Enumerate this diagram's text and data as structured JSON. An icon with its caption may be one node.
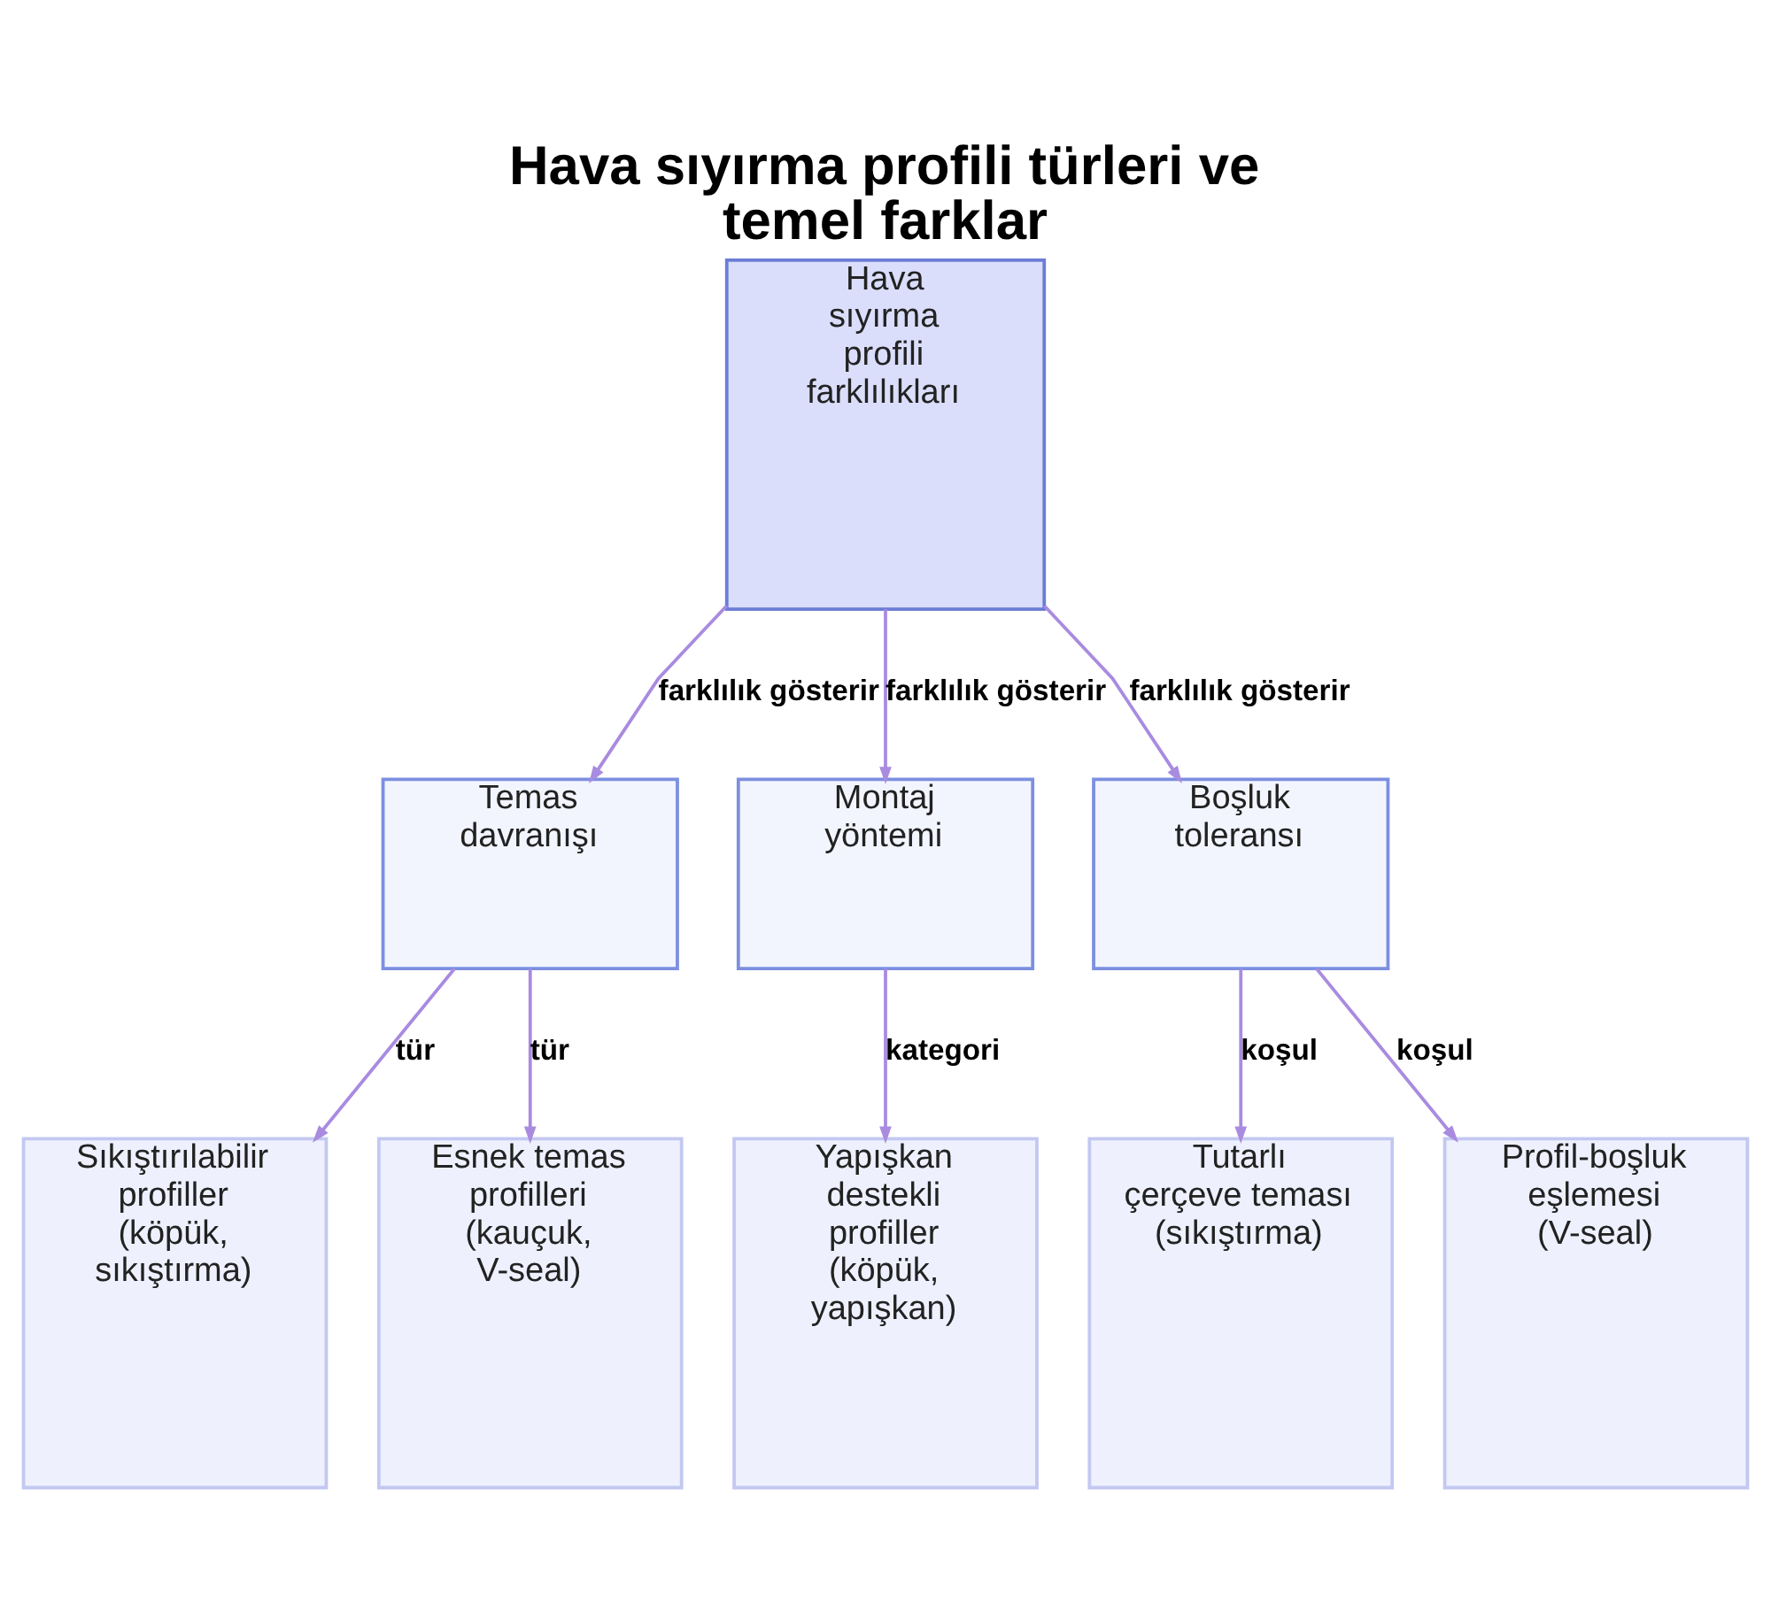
{
  "diagram": {
    "title": "Hava sıyırma profili türleri ve temel farklar",
    "nodes": [
      {
        "text": [
          "Hava sıyırma profili farklılıkları"
        ]
      },
      {
        "text": [
          "Temas davranışı"
        ]
      },
      {
        "text": [
          "Montaj yöntemi"
        ]
      },
      {
        "text": [
          "Boşluk toleransı"
        ]
      },
      {
        "text": [
          "Sıkıştırılabilir profiller (köpük, sıkıştırma)"
        ]
      },
      {
        "text": [
          "Esnek temas profilleri (kauçuk, V-seal)"
        ]
      },
      {
        "text": [
          "Yapışkan destekli profiller (köpük, yapışkan)"
        ]
      },
      {
        "text": [
          "Tutarlı çerçeve teması (sıkıştırma)"
        ]
      },
      {
        "text": [
          "Profil-boşluk eşlemesi (V-seal)"
        ]
      }
    ],
    "edges": [
      {
        "from": 0,
        "to": 1,
        "arrow": "to",
        "label": "farklılık gösterir"
      },
      {
        "from": 0,
        "to": 2,
        "arrow": "to",
        "label": "farklılık gösterir"
      },
      {
        "from": 0,
        "to": 3,
        "arrow": "to",
        "label": "farklılık gösterir"
      },
      {
        "from": 1,
        "to": 4,
        "arrow": "to",
        "label": "tür"
      },
      {
        "from": 1,
        "to": 5,
        "arrow": "to",
        "label": "tür"
      },
      {
        "from": 2,
        "to": 6,
        "arrow": "to",
        "label": "kategori"
      },
      {
        "from": 3,
        "to": 7,
        "arrow": "to",
        "label": "koşul"
      },
      {
        "from": 3,
        "to": 8,
        "arrow": "to",
        "label": "koşul"
      }
    ]
  }
}
